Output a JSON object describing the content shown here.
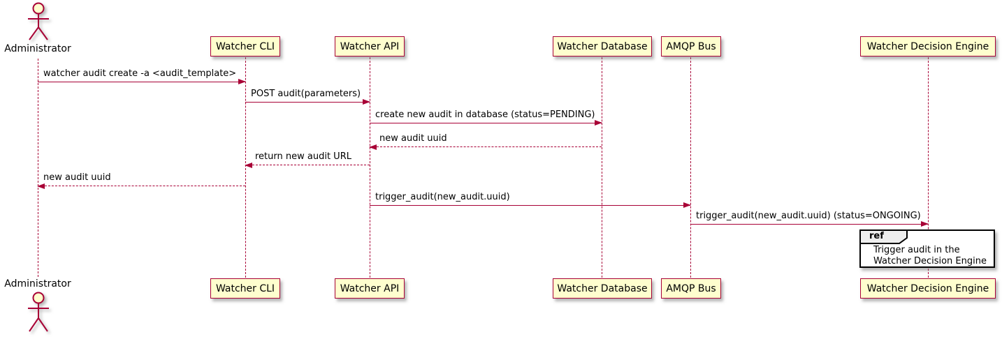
{
  "diagram": {
    "type": "sequence-diagram",
    "actor": {
      "label": "Administrator"
    },
    "participants": [
      {
        "label": "Watcher CLI"
      },
      {
        "label": "Watcher API"
      },
      {
        "label": "Watcher Database"
      },
      {
        "label": "AMQP Bus"
      },
      {
        "label": "Watcher Decision Engine"
      }
    ],
    "messages": [
      {
        "from": "Administrator",
        "to": "Watcher CLI",
        "style": "solid",
        "text": "watcher audit create -a <audit_template>"
      },
      {
        "from": "Watcher CLI",
        "to": "Watcher API",
        "style": "solid",
        "text": "POST audit(parameters)"
      },
      {
        "from": "Watcher API",
        "to": "Watcher Database",
        "style": "solid",
        "text": "create new audit in database (status=PENDING)"
      },
      {
        "from": "Watcher Database",
        "to": "Watcher API",
        "style": "dashed",
        "text": "new audit uuid"
      },
      {
        "from": "Watcher API",
        "to": "Watcher CLI",
        "style": "dashed",
        "text": "return new audit URL"
      },
      {
        "from": "Watcher CLI",
        "to": "Administrator",
        "style": "dashed",
        "text": "new audit uuid"
      },
      {
        "from": "Watcher API",
        "to": "AMQP Bus",
        "style": "solid",
        "text": "trigger_audit(new_audit.uuid)"
      },
      {
        "from": "AMQP Bus",
        "to": "Watcher Decision Engine",
        "style": "solid",
        "text": "trigger_audit(new_audit.uuid) (status=ONGOING)"
      }
    ],
    "ref": {
      "keyword": "ref",
      "line1": "Trigger audit in the",
      "line2": "Watcher Decision Engine"
    },
    "colors": {
      "participant_fill": "#FEFECE",
      "participant_border": "#A80036",
      "line_color": "#A80036",
      "ref_header_fill": "#EEEEEE",
      "ref_border": "#000000",
      "text": "#000000"
    }
  }
}
